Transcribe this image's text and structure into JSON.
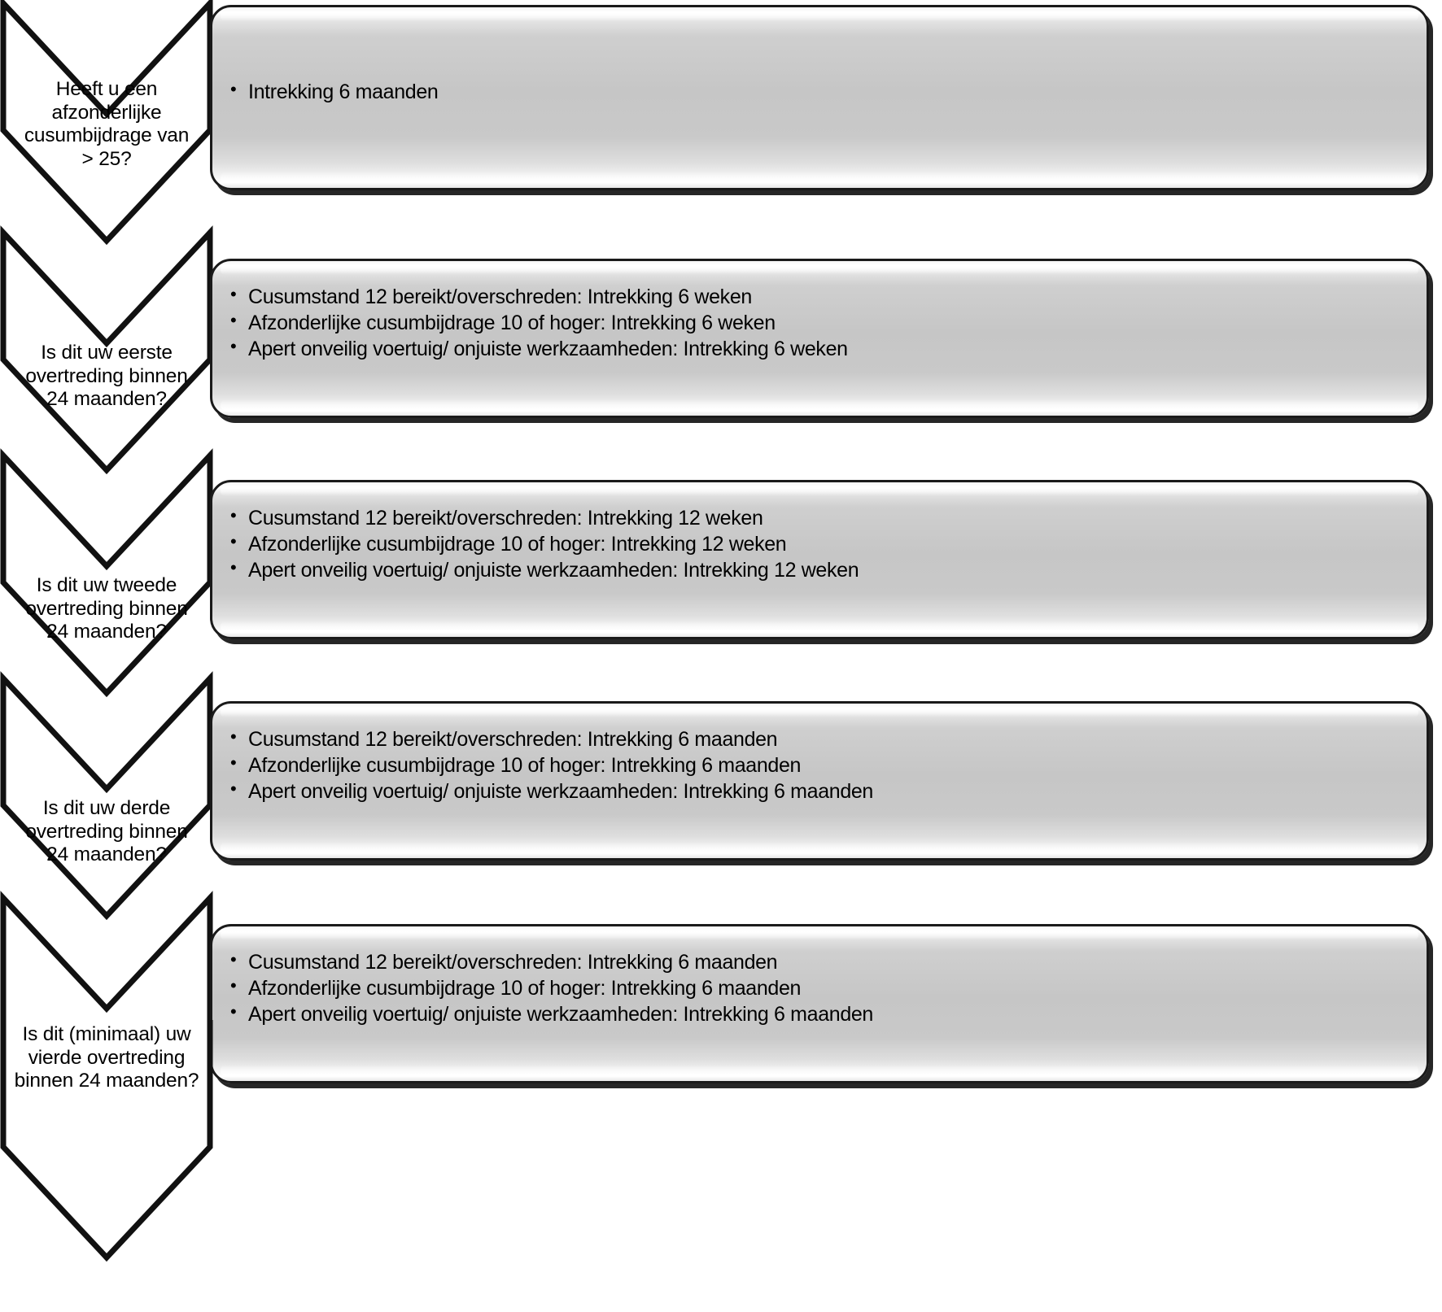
{
  "diagram": {
    "title": "Cusum overtreding escalatieschema",
    "type": "decision-chevron-flow",
    "colors": {
      "outline": "#1a1a1a",
      "panel_fill": "#c6c6c6",
      "text": "#000000",
      "background": "#ffffff"
    },
    "rows": [
      {
        "id": "row-1",
        "question": {
          "lines": [
            "Heeft u een",
            "afzonderlijke",
            "cusumbijdrage van",
            "> 25?"
          ]
        },
        "outcomes": [
          "Intrekking 6 maanden"
        ]
      },
      {
        "id": "row-2",
        "question": {
          "lines": [
            "Is dit uw eerste",
            "overtreding binnen",
            "24 maanden?"
          ]
        },
        "outcomes": [
          "Cusumstand 12 bereikt/overschreden: Intrekking 6 weken",
          "Afzonderlijke cusumbijdrage 10 of hoger: Intrekking 6 weken",
          "Apert onveilig voertuig/ onjuiste werkzaamheden: Intrekking 6 weken"
        ]
      },
      {
        "id": "row-3",
        "question": {
          "lines": [
            "Is dit uw tweede",
            "overtreding binnen",
            "24 maanden?"
          ]
        },
        "outcomes": [
          "Cusumstand 12 bereikt/overschreden: Intrekking 12 weken",
          "Afzonderlijke cusumbijdrage 10 of hoger: Intrekking 12 weken",
          "Apert onveilig voertuig/ onjuiste werkzaamheden: Intrekking 12 weken"
        ]
      },
      {
        "id": "row-4",
        "question": {
          "lines": [
            "Is dit uw derde",
            "overtreding binnen",
            "24 maanden?"
          ]
        },
        "outcomes": [
          "Cusumstand 12 bereikt/overschreden: Intrekking 6 maanden",
          "Afzonderlijke cusumbijdrage 10 of hoger: Intrekking 6 maanden",
          "Apert onveilig voertuig/ onjuiste werkzaamheden: Intrekking 6 maanden"
        ]
      },
      {
        "id": "row-5",
        "question": {
          "lines": [
            "Is dit (minimaal) uw",
            "vierde overtreding",
            "binnen 24 maanden?"
          ]
        },
        "outcomes": [
          "Cusumstand 12 bereikt/overschreden: Intrekking 6 maanden",
          "Afzonderlijke cusumbijdrage 10 of hoger: Intrekking 6 maanden",
          "Apert onveilig voertuig/ onjuiste werkzaamheden: Intrekking 6 maanden"
        ]
      }
    ]
  }
}
